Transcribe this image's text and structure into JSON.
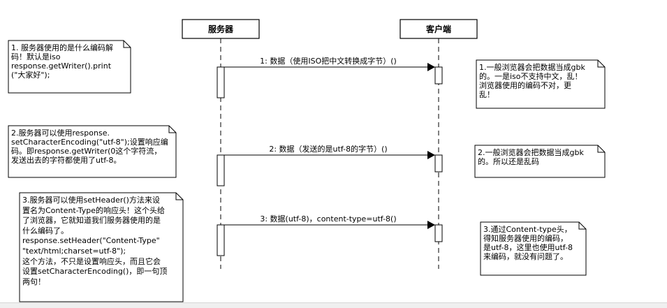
{
  "lifelines": {
    "server": "服务器",
    "client": "客户端"
  },
  "messages": [
    "1: 数据（使用ISO把中文转换成字节）()",
    "2: 数据（发送的是utf-8的字节）()",
    "3: 数据(utf-8)，content-type=utf-8()"
  ],
  "notes": {
    "server_1": "1. 服务器使用的是什么编码解\n码！默认是iso\nresponse.getWriter().print\n(\"大家好\");",
    "server_2": "2.服务器可以使用response.\nsetCharacterEncoding(\"utf-8\");设置响应编\n码。即response.getWriter(0这个字符流，\n发送出去的字符都使用了utf-8。",
    "server_3": "3.服务器可以使用setHeader()方法来设\n置名为Content-Type的响应头！这个头给\n了浏览器，它就知道我们服务器使用的是\n什么编码了。\nresponse.setHeader(\"Content-Type\"\n\"text/html;charset=utf-8\");\n这个方法，不只是设置响应头，而且它会\n设置setCharacterEncoding()，即一句顶\n两句！",
    "client_1": "1.一般浏览器会把数据当成gbk\n的。一是iso不支持中文，乱！\n浏览器使用的编码不对，更\n乱！",
    "client_2": "2.一般浏览器会把数据当成gbk\n的。所以还是乱码",
    "client_3": "3.通过Content-type头，\n得知服务器使用的编码，\n是utf-8，这里也使用utf-8\n来编码，就没有问题了。"
  },
  "colors": {
    "line": "#000000",
    "note_border": "#000000",
    "background": "#ffffff"
  }
}
